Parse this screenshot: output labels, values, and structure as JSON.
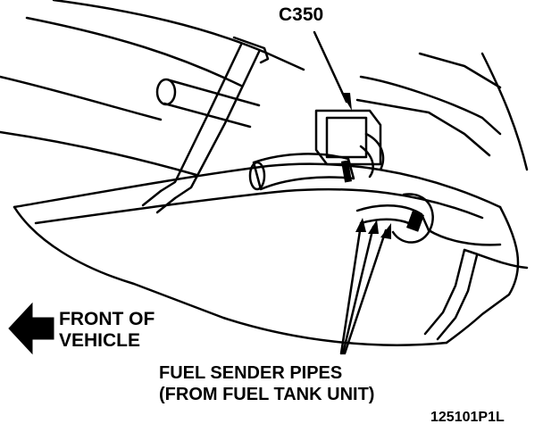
{
  "labels": {
    "connector": "C350",
    "front_line1": "FRONT OF",
    "front_line2": "VEHICLE",
    "pipes_line1": "FUEL SENDER PIPES",
    "pipes_line2": "(FROM FUEL TANK UNIT)",
    "figure_code": "125101P1L"
  },
  "colors": {
    "ink": "#000000",
    "paper": "#ffffff"
  },
  "icons": {
    "direction": "arrow-left-icon"
  }
}
